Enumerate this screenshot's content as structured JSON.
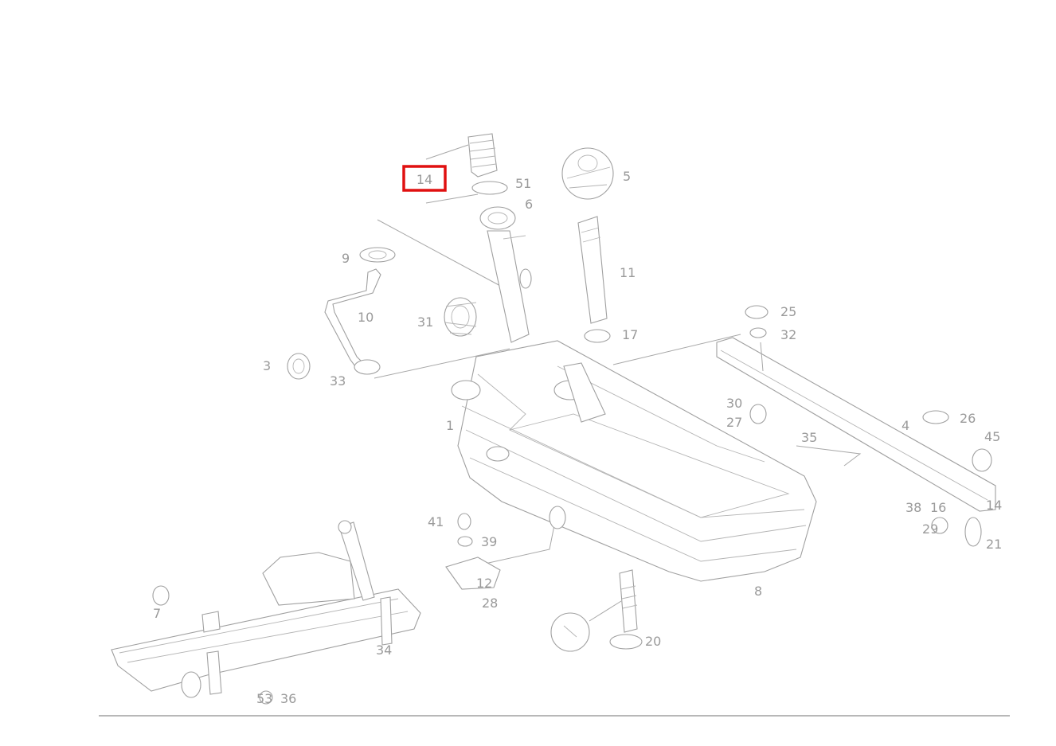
{
  "highlight": {
    "label": "14",
    "color": "#e01010"
  },
  "callouts": [
    {
      "id": "c-14a",
      "text": "14"
    },
    {
      "id": "c-51",
      "text": "51"
    },
    {
      "id": "c-6",
      "text": "6"
    },
    {
      "id": "c-5",
      "text": "5"
    },
    {
      "id": "c-9",
      "text": "9"
    },
    {
      "id": "c-11",
      "text": "11"
    },
    {
      "id": "c-10",
      "text": "10"
    },
    {
      "id": "c-17",
      "text": "17"
    },
    {
      "id": "c-25",
      "text": "25"
    },
    {
      "id": "c-32",
      "text": "32"
    },
    {
      "id": "c-31",
      "text": "31"
    },
    {
      "id": "c-3",
      "text": "3"
    },
    {
      "id": "c-33",
      "text": "33"
    },
    {
      "id": "c-30",
      "text": "30"
    },
    {
      "id": "c-27",
      "text": "27"
    },
    {
      "id": "c-4",
      "text": "4"
    },
    {
      "id": "c-35",
      "text": "35"
    },
    {
      "id": "c-26",
      "text": "26"
    },
    {
      "id": "c-45",
      "text": "45"
    },
    {
      "id": "c-14b",
      "text": "14"
    },
    {
      "id": "c-38",
      "text": "38"
    },
    {
      "id": "c-16",
      "text": "16"
    },
    {
      "id": "c-1",
      "text": "1"
    },
    {
      "id": "c-29",
      "text": "29"
    },
    {
      "id": "c-21",
      "text": "21"
    },
    {
      "id": "c-41",
      "text": "41"
    },
    {
      "id": "c-39",
      "text": "39"
    },
    {
      "id": "c-12",
      "text": "12"
    },
    {
      "id": "c-28",
      "text": "28"
    },
    {
      "id": "c-8",
      "text": "8"
    },
    {
      "id": "c-7",
      "text": "7"
    },
    {
      "id": "c-20",
      "text": "20"
    },
    {
      "id": "c-34",
      "text": "34"
    },
    {
      "id": "c-53",
      "text": "53"
    },
    {
      "id": "c-36",
      "text": "36"
    }
  ]
}
